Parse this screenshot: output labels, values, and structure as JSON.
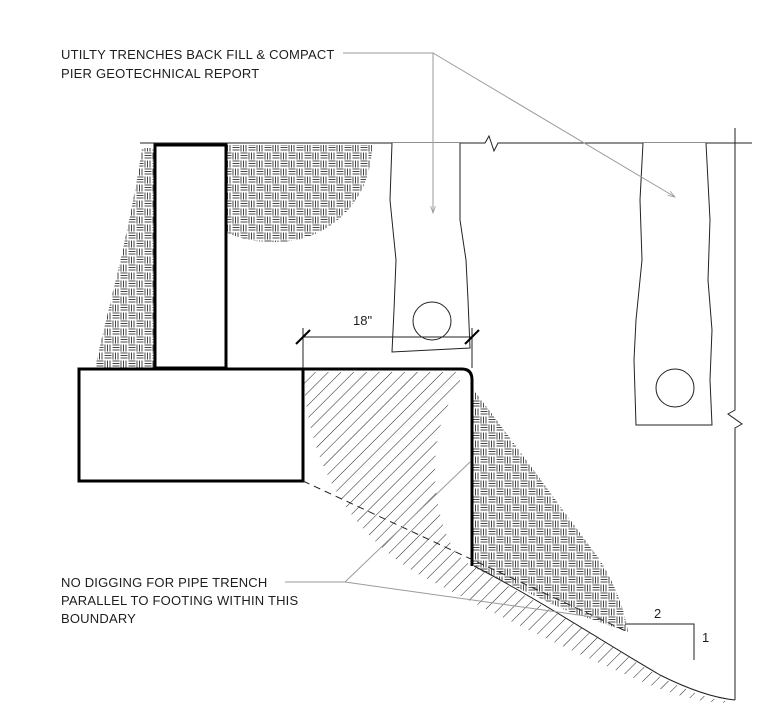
{
  "notes": {
    "top": {
      "line1": "UTILTY TRENCHES BACK FILL & COMPACT",
      "line2": "PIER GEOTECHNICAL REPORT"
    },
    "bottom": {
      "line1": "NO DIGGING FOR PIPE TRENCH",
      "line2": "PARALLEL TO FOOTING WITHIN THIS",
      "line3": "BOUNDARY"
    }
  },
  "dimensions": {
    "offset": "18\"",
    "slope_run": "2",
    "slope_rise": "1"
  },
  "colors": {
    "linework": "#000000",
    "leader": "#9a9a9a",
    "hatch": "#333333"
  }
}
